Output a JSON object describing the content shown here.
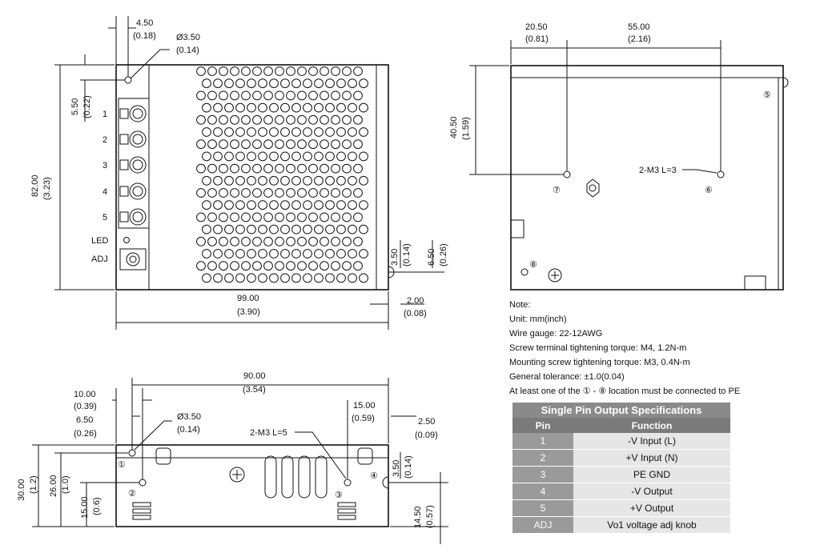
{
  "top_view": {
    "dims": {
      "d1": "4.50",
      "d1_in": "(0.18)",
      "hole": "Ø3.50",
      "hole_in": "(0.14)",
      "d2": "5.50",
      "d2_in": "(0.22)",
      "d3": "82.00",
      "d3_in": "(3.23)",
      "d4": "99.00",
      "d4_in": "(3.90)",
      "d5": "3.50",
      "d5_in": "(0.14)",
      "d6": "6.50",
      "d6_in": "(0.26)",
      "d7": "2.00",
      "d7_in": "(0.08)"
    },
    "terminals": [
      "1",
      "2",
      "3",
      "4",
      "5"
    ],
    "led_label": "LED",
    "adj_label": "ADJ"
  },
  "bottom_view": {
    "dims": {
      "a1": "20.50",
      "a1_in": "(0.81)",
      "a2": "55.00",
      "a2_in": "(2.16)",
      "a3": "40.50",
      "a3_in": "(1.59)"
    },
    "screw_label": "2-M3 L=3",
    "markers": [
      "⑤",
      "⑥",
      "⑦",
      "⑧"
    ]
  },
  "side_view": {
    "dims": {
      "b1": "90.00",
      "b1_in": "(3.54)",
      "b2": "10.00",
      "b2_in": "(0.39)",
      "b3": "6.50",
      "b3_in": "(0.26)",
      "b4": "Ø3.50",
      "b4_in": "(0.14)",
      "b5": "15.00",
      "b5_in": "(0.59)",
      "b6": "2.50",
      "b6_in": "(0.09)",
      "b7": "30.00",
      "b7_in": "(1.2)",
      "b8": "26.00",
      "b8_in": "(1.0)",
      "b9": "15.00",
      "b9_in": "(0.6)",
      "b10": "3.50",
      "b10_in": "(0.14)",
      "b11": "14.50",
      "b11_in": "(0.57)"
    },
    "screw_label": "2-M3 L=5",
    "markers": [
      "①",
      "②",
      "③",
      "④"
    ]
  },
  "notes": {
    "title": "Note:",
    "lines": [
      "Unit: mm(inch)",
      "Wire gauge: 22-12AWG",
      "Screw terminal tightening torque: M4, 1.2N-m",
      "Mounting screw tightening torque: M3, 0.4N-m",
      "General tolerance: ±1.0(0.04)",
      "At least one of the ① - ⑧ location must be connected to PE"
    ]
  },
  "spec_table": {
    "title": "Single Pin Output Specifications",
    "headers": [
      "Pin",
      "Function"
    ],
    "rows": [
      {
        "pin": "1",
        "function": "-V Input (L)"
      },
      {
        "pin": "2",
        "function": "+V Input (N)"
      },
      {
        "pin": "3",
        "function": "PE GND"
      },
      {
        "pin": "4",
        "function": "-V Output"
      },
      {
        "pin": "5",
        "function": "+V Output"
      },
      {
        "pin": "ADJ",
        "function": "Vo1 voltage adj knob"
      }
    ]
  }
}
